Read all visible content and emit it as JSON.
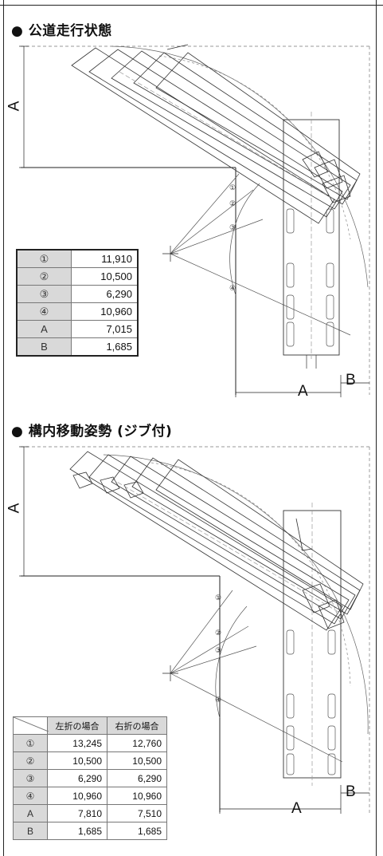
{
  "section1": {
    "title": "● 公道走行状態",
    "dim_a_vertical": "A",
    "dim_a_horizontal": "A",
    "dim_b": "B",
    "markers": [
      "①",
      "②",
      "③",
      "④"
    ],
    "table": [
      {
        "key": "①",
        "value": "11,910"
      },
      {
        "key": "②",
        "value": "10,500"
      },
      {
        "key": "③",
        "value": "6,290"
      },
      {
        "key": "④",
        "value": "10,960"
      },
      {
        "key": "A",
        "value": "7,015"
      },
      {
        "key": "B",
        "value": "1,685"
      }
    ]
  },
  "section2": {
    "title": "● 構内移動姿勢 (ジブ付)",
    "dim_a_vertical": "A",
    "dim_a_horizontal": "A",
    "dim_b": "B",
    "markers": [
      "①",
      "②",
      "③",
      "④"
    ],
    "table_headers": [
      "",
      "左折の場合",
      "右折の場合"
    ],
    "table": [
      {
        "key": "①",
        "left": "13,245",
        "right": "12,760"
      },
      {
        "key": "②",
        "left": "10,500",
        "right": "10,500"
      },
      {
        "key": "③",
        "left": "6,290",
        "right": "6,290"
      },
      {
        "key": "④",
        "left": "10,960",
        "right": "10,960"
      },
      {
        "key": "A",
        "left": "7,810",
        "right": "7,510"
      },
      {
        "key": "B",
        "left": "1,685",
        "right": "1,685"
      }
    ]
  }
}
